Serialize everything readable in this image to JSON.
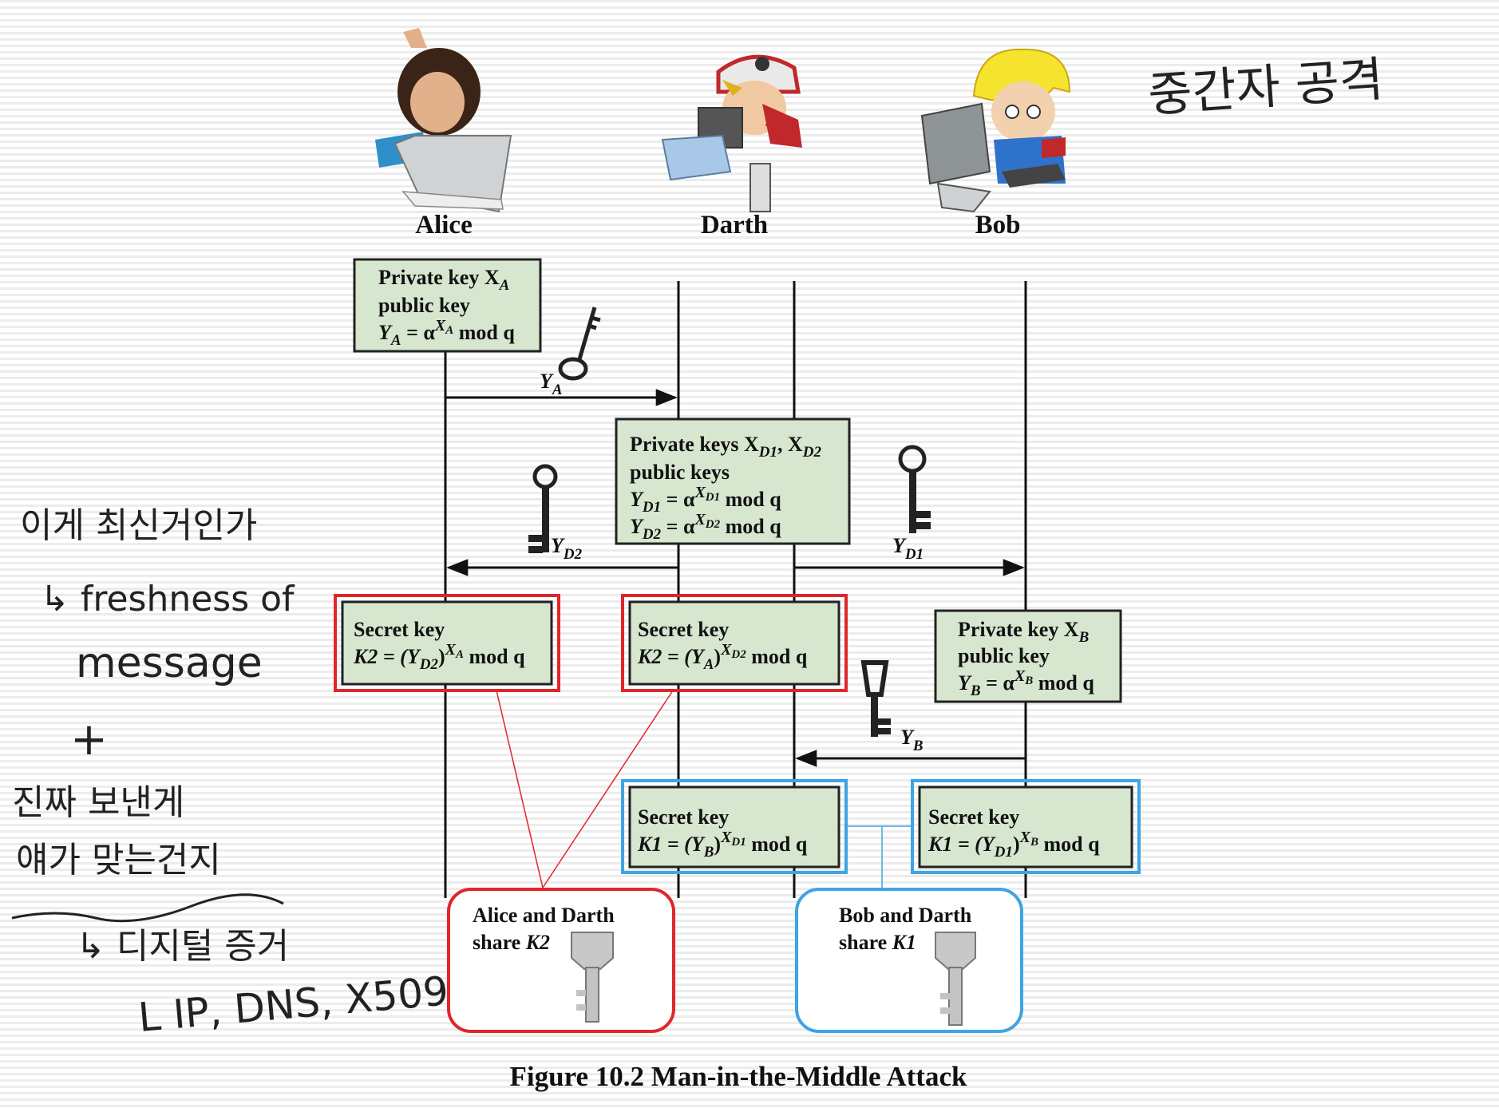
{
  "actors": {
    "alice": "Alice",
    "darth": "Darth",
    "bob": "Bob"
  },
  "boxes": {
    "alice_private": {
      "l1": "Private key X",
      "l1_sub": "A",
      "l2": "public key",
      "l3a": "Y",
      "l3a_sub": "A",
      "l3b": " = α",
      "l3c": "X",
      "l3c_sub": "A",
      "l3d": " mod q"
    },
    "darth_private": {
      "l1": "Private keys X",
      "l1_s1": "D1",
      "l1_mid": ", X",
      "l1_s2": "D2",
      "l2": "public keys",
      "l3a": "Y",
      "l3a_sub": "D1",
      "l3b": " = α",
      "l3c": "X",
      "l3c_sub": "D1",
      "l3d": " mod q",
      "l4a": "Y",
      "l4a_sub": "D2",
      "l4b": " = α",
      "l4c": "X",
      "l4c_sub": "D2",
      "l4d": " mod q"
    },
    "alice_secret": {
      "l1": "Secret key",
      "l2a": "K2 = (Y",
      "l2a_sub": "D2",
      "l2b": ")",
      "l2c": "X",
      "l2c_sub": "A",
      "l2d": " mod q"
    },
    "darth_secret_k2": {
      "l1": "Secret key",
      "l2a": "K2 = (Y",
      "l2a_sub": "A",
      "l2b": ")",
      "l2c": "X",
      "l2c_sub": "D2",
      "l2d": " mod q"
    },
    "bob_private": {
      "l1": "Private key X",
      "l1_sub": "B",
      "l2": "public key",
      "l3a": "Y",
      "l3a_sub": "B",
      "l3b": " = α",
      "l3c": "X",
      "l3c_sub": "B",
      "l3d": " mod q"
    },
    "darth_secret_k1": {
      "l1": "Secret key",
      "l2a": "K1 = (Y",
      "l2a_sub": "B",
      "l2b": ")",
      "l2c": "X",
      "l2c_sub": "D1",
      "l2d": " mod q"
    },
    "bob_secret": {
      "l1": "Secret key",
      "l2a": "K1 = (Y",
      "l2a_sub": "D1",
      "l2b": ")",
      "l2c": "X",
      "l2c_sub": "B",
      "l2d": " mod q"
    }
  },
  "messages": {
    "ya": {
      "base": "Y",
      "sub": "A"
    },
    "yd2": {
      "base": "Y",
      "sub": "D2"
    },
    "yd1": {
      "base": "Y",
      "sub": "D1"
    },
    "yb": {
      "base": "Y",
      "sub": "B"
    }
  },
  "share": {
    "k2": {
      "l1": "Alice and Darth",
      "l2a": "share ",
      "l2b": "K2"
    },
    "k1": {
      "l1": "Bob and Darth",
      "l2a": "share ",
      "l2b": "K1"
    }
  },
  "caption": "Figure 10.2  Man-in-the-Middle Attack",
  "annotations": {
    "title": "중간자 공격",
    "q1": "이게 최신거인가",
    "q2": "↳ freshness of",
    "q3": "message",
    "plus": "+",
    "q4": "진짜 보낸게",
    "q5": "얘가 맞는건지",
    "q6": "↳ 디지털 증거",
    "q7": "L IP, DNS, X509"
  },
  "colors": {
    "box_fill": "#d6e6cf",
    "red": "#e0262a",
    "blue": "#3ea4e2",
    "line": "#111111"
  }
}
